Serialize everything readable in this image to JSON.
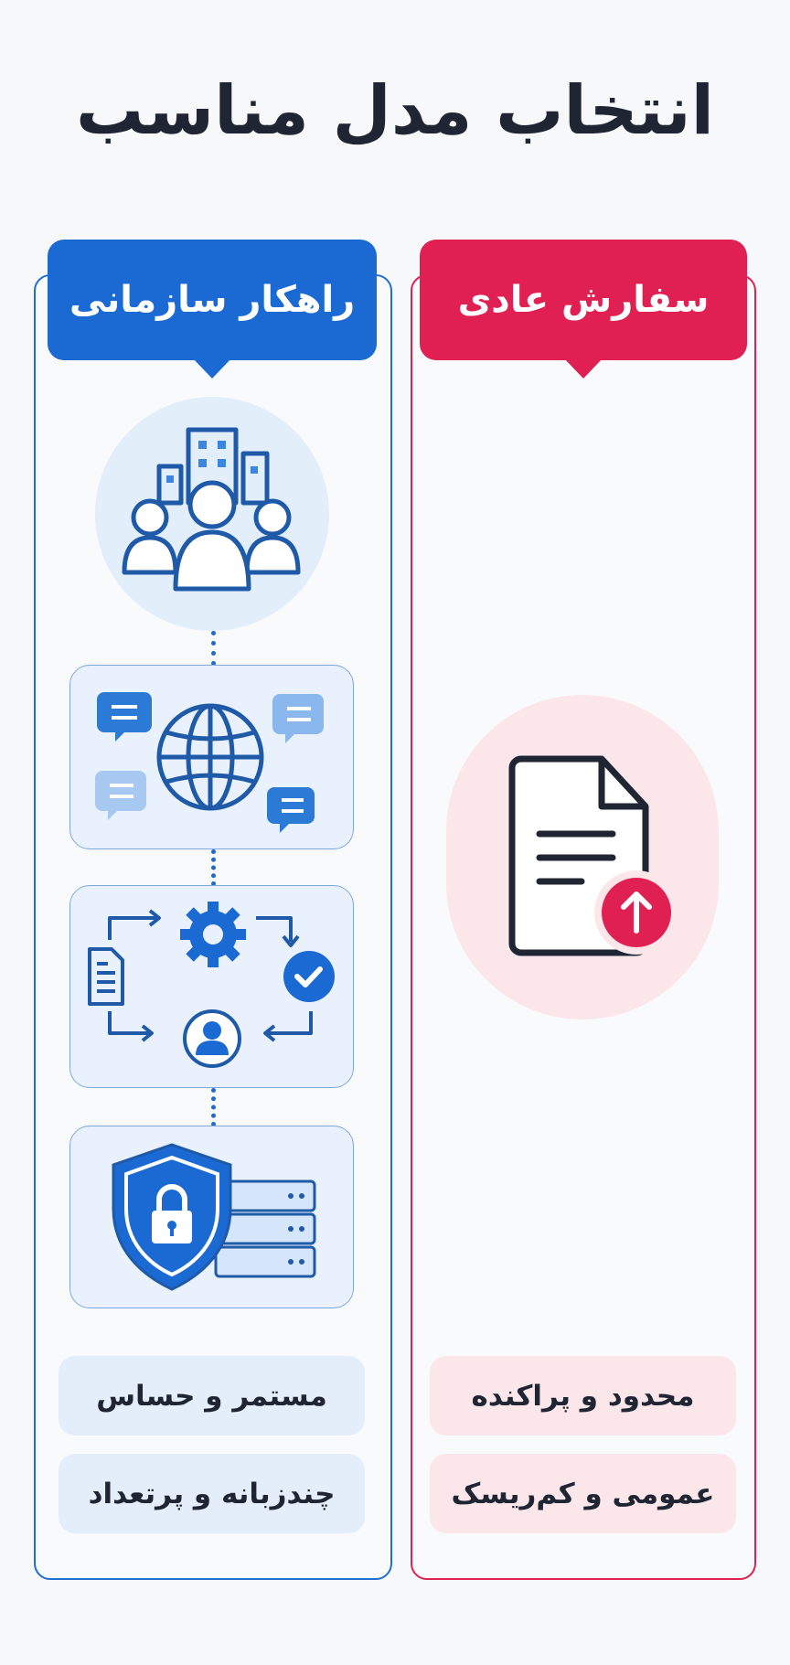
{
  "title": "انتخاب مدل مناسب",
  "enterprise": {
    "header": "راهکار سازمانی",
    "features": [
      "مستمر و حساس",
      "چندزبانه و پرتعداد"
    ],
    "icons": [
      "team-building-icon",
      "globe-chat-icon",
      "workflow-cycle-icon",
      "secure-server-icon"
    ],
    "color": "#1b6ad4"
  },
  "regular": {
    "header": "سفارش عادی",
    "features": [
      "محدود و پراکنده",
      "عمومی و کم‌ریسک"
    ],
    "icons": [
      "document-upload-icon"
    ],
    "color": "#e01f52"
  }
}
